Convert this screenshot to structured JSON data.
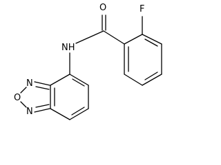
{
  "molecule": {
    "atoms": {
      "carbonyl_oxygen": "O",
      "fluorine": "F",
      "amide_nitrogen": "NH",
      "ring_oxygen": "O",
      "ring_nitrogen_top": "N",
      "ring_nitrogen_bottom": "N"
    },
    "colors": {
      "bond": "#000000",
      "label": "#000000",
      "background": "#ffffff"
    }
  }
}
